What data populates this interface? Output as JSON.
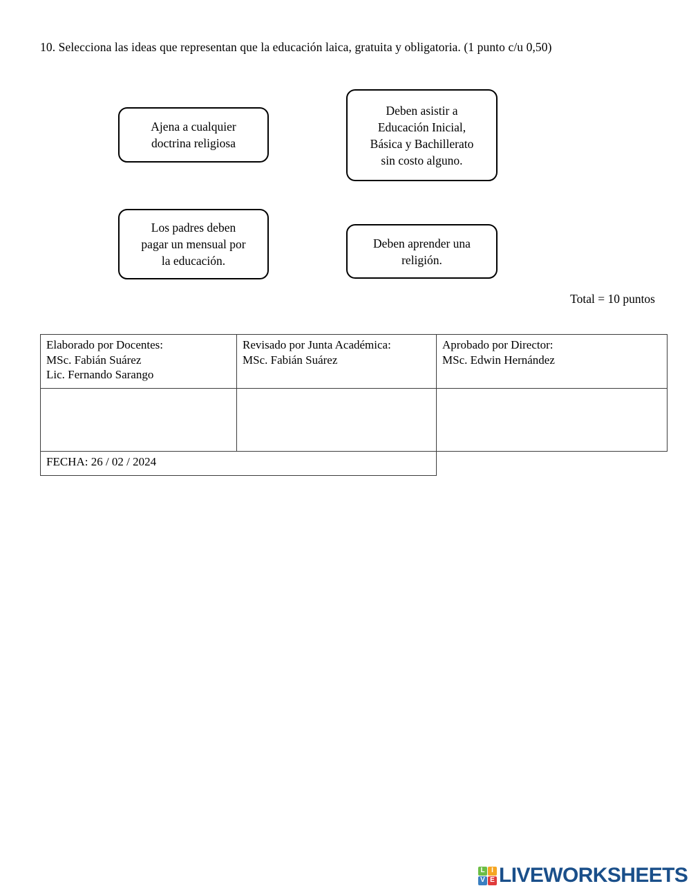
{
  "document": {
    "question": {
      "number": "10.",
      "text": "10. Selecciona las ideas que representan que la  educación laica, gratuita y obligatoria. (1 punto  c/u 0,50)"
    },
    "options": [
      {
        "id": "opt-1",
        "text": "Ajena a cualquier\ndoctrina religiosa"
      },
      {
        "id": "opt-2",
        "text": "Deben asistir a\nEducación Inicial,\nBásica y Bachillerato\nsin costo alguno."
      },
      {
        "id": "opt-3",
        "text": "Los padres deben\npagar un mensual por\nla educación."
      },
      {
        "id": "opt-4",
        "text": "Deben aprender una\nreligión."
      }
    ],
    "total": "Total = 10 puntos",
    "signature_table": {
      "headers": [
        "Elaborado por Docentes:",
        "Revisado por Junta Académica:",
        "Aprobado por Director:"
      ],
      "names": [
        [
          "MSc. Fabián Suárez",
          "Lic. Fernando Sarango"
        ],
        [
          "MSc. Fabián Suárez"
        ],
        [
          "MSc. Edwin Hernández"
        ]
      ],
      "cells": [
        {
          "line1": "Elaborado por Docentes:",
          "line2": "MSc. Fabián Suárez",
          "line3": "Lic. Fernando Sarango"
        },
        {
          "line1": "Revisado por Junta Académica:",
          "line2": "MSc. Fabián Suárez",
          "line3": ""
        },
        {
          "line1": "Aprobado por Director:",
          "line2": "MSc. Edwin Hernández",
          "line3": ""
        }
      ],
      "date_row": "FECHA: 26  / 02 / 2024"
    }
  },
  "footer": {
    "logo": {
      "tiles": [
        {
          "letter": "L",
          "color": "#6cbe45"
        },
        {
          "letter": "I",
          "color": "#f5a623"
        },
        {
          "letter": "V",
          "color": "#3a7fc1"
        },
        {
          "letter": "E",
          "color": "#e03b3b"
        }
      ],
      "wordmark": "LIVEWORKSHEETS",
      "wordmark_color": "#1a4f8a"
    }
  }
}
